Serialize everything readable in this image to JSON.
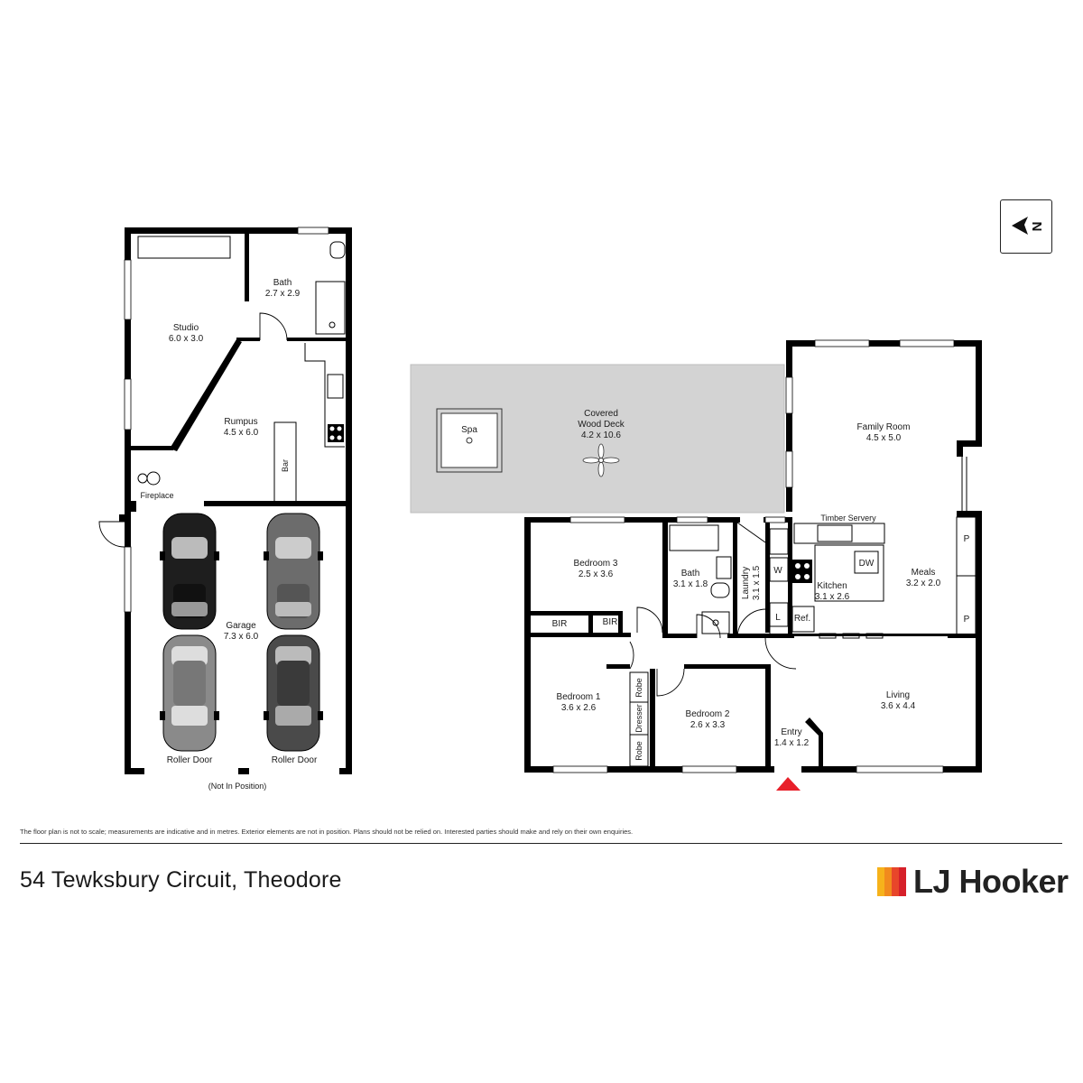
{
  "rooms": {
    "studio": {
      "name": "Studio",
      "dim": "6.0 x 3.0"
    },
    "bath_outbuilding": {
      "name": "Bath",
      "dim": "2.7 x 2.9"
    },
    "rumpus": {
      "name": "Rumpus",
      "dim": "4.5 x 6.0"
    },
    "bar": "Bar",
    "fireplace": "Fireplace",
    "garage": {
      "name": "Garage",
      "dim": "7.3 x 6.0"
    },
    "roller_door_left": "Roller Door",
    "roller_door_right": "Roller Door",
    "not_in_position": "(Not In Position)",
    "deck": {
      "name1": "Covered",
      "name2": "Wood Deck",
      "dim": "4.2 x 10.6"
    },
    "spa": "Spa",
    "family_room": {
      "name": "Family Room",
      "dim": "4.5 x 5.0"
    },
    "bedroom3": {
      "name": "Bedroom 3",
      "dim": "2.5 x 3.6"
    },
    "bath_house": {
      "name": "Bath",
      "dim": "3.1 x 1.8"
    },
    "laundry": {
      "name": "Laundry",
      "dim": "3.1 x 1.5"
    },
    "timber_servery": "Timber Servery",
    "kitchen": {
      "name": "Kitchen",
      "dim": "3.1 x 2.6"
    },
    "meals": {
      "name": "Meals",
      "dim": "3.2 x 2.0"
    },
    "bir_left": "BIR",
    "bir_right": "BIR",
    "bedroom1": {
      "name": "Bedroom 1",
      "dim": "3.6 x 2.6"
    },
    "robe_top": "Robe",
    "dresser": "Dresser",
    "robe_bottom": "Robe",
    "bedroom2": {
      "name": "Bedroom 2",
      "dim": "2.6 x 3.3"
    },
    "entry": {
      "name": "Entry",
      "dim": "1.4 x 1.2"
    },
    "living": {
      "name": "Living",
      "dim": "3.6 x 4.4"
    },
    "washer": "W",
    "dishwasher": "DW",
    "laundry_tub": "L",
    "fridge": "Ref.",
    "pantry_top": "P",
    "pantry_bottom": "P"
  },
  "footer": {
    "disclaimer": "The floor plan is not to scale; measurements are indicative and in metres. Exterior elements are not in position. Plans should not be relied on. Interested parties should make and rely on their own enquiries.",
    "address": "54 Tewksbury Circuit, Theodore",
    "brand": "LJ Hooker"
  },
  "compass": {
    "label": "N"
  },
  "colors": {
    "wall": "#000000",
    "deck": "#d3d3d3",
    "entry_marker": "#e8202a",
    "car_dark": "#2b2b2b",
    "car_mid": "#6e6e6e",
    "car_light": "#9a9a9a",
    "brand_bar_1": "#f6b21b",
    "brand_bar_2": "#f18a1d",
    "brand_bar_3": "#e8462a",
    "brand_bar_4": "#d6202a"
  }
}
